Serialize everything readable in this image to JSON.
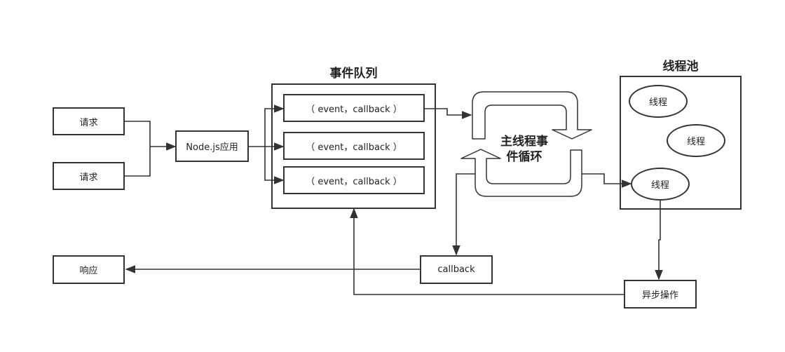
{
  "diagram": {
    "requests": [
      "请求",
      "请求"
    ],
    "app": "Node.js应用",
    "event_queue": {
      "title": "事件队列",
      "items": [
        "（ event，callback ）",
        "（ event，callback ）",
        "（ event，callback ）"
      ]
    },
    "event_loop": {
      "label_line1": "主线程事",
      "label_line2": "件循环"
    },
    "thread_pool": {
      "title": "线程池",
      "threads": [
        "线程",
        "线程",
        "线程"
      ]
    },
    "async_op": "异步操作",
    "callback": "callback",
    "response": "响应"
  }
}
